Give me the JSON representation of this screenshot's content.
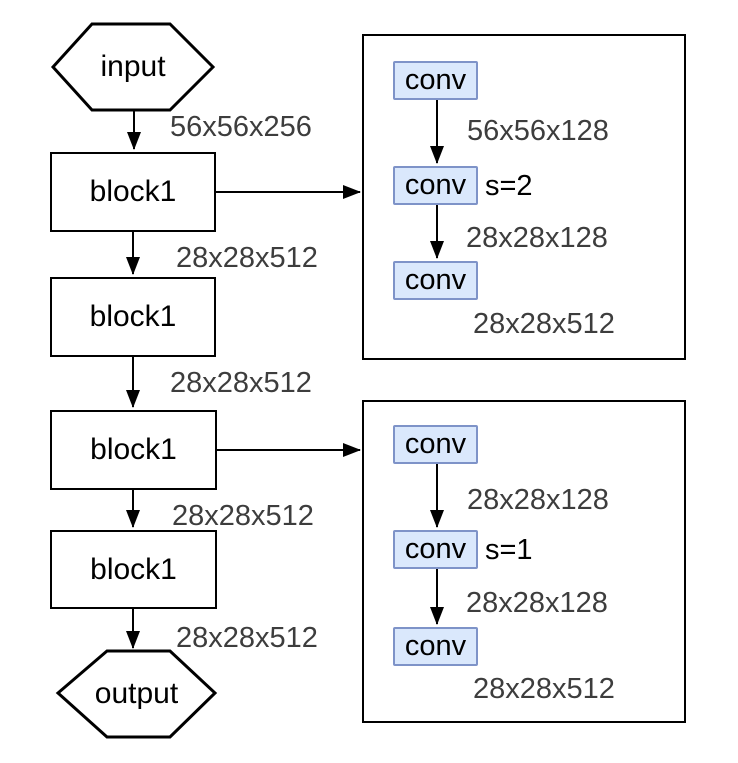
{
  "left_flow": {
    "input_label": "input",
    "output_label": "output",
    "blocks": [
      "block1",
      "block1",
      "block1",
      "block1"
    ],
    "edge_labels": [
      "56x56x256",
      "28x28x512",
      "28x28x512",
      "28x28x512",
      "28x28x512"
    ]
  },
  "panels": [
    {
      "convs": [
        "conv",
        "conv",
        "conv"
      ],
      "stride": "s=2",
      "edge1": "56x56x128",
      "edge2": "28x28x128",
      "out": "28x28x512"
    },
    {
      "convs": [
        "conv",
        "conv",
        "conv"
      ],
      "stride": "s=1",
      "edge1": "28x28x128",
      "edge2": "28x28x128",
      "out": "28x28x512"
    }
  ],
  "colors": {
    "conv_fill": "#dae8fc",
    "conv_border": "#7e93c8",
    "line": "#000000",
    "dim_text": "#3d3d3d"
  }
}
